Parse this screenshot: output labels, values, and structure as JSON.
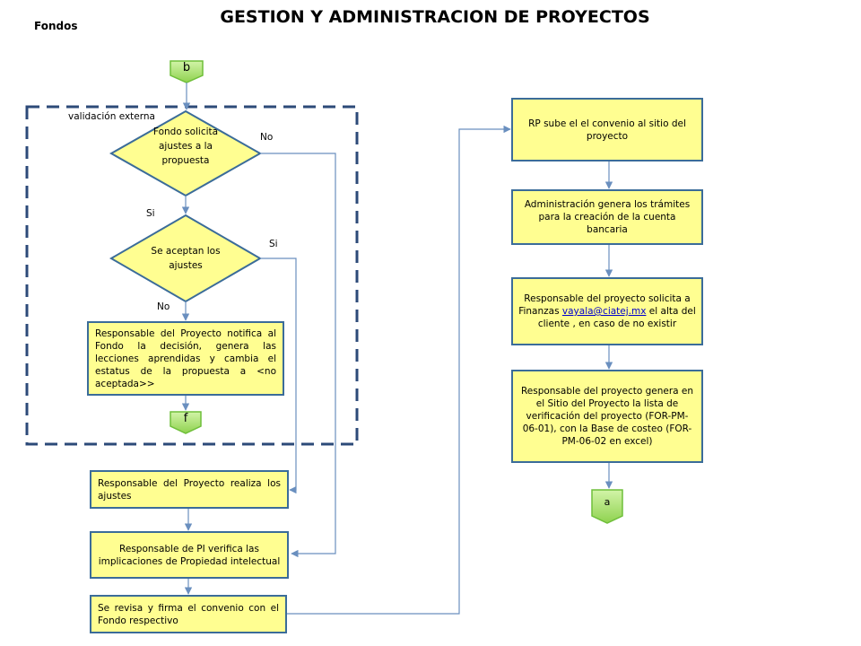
{
  "title": "GESTION Y ADMINISTRACION DE PROYECTOS",
  "section_label": "Fondos",
  "region_label": "validación externa",
  "connectors": {
    "b": "b",
    "f": "f",
    "a": "a"
  },
  "decisions": {
    "fondo_solicita": "Fondo solicita ajustes a la propuesta",
    "se_aceptan": "Se aceptan los ajustes"
  },
  "edge_labels": {
    "no_1": "No",
    "si_1": "Si",
    "si_2": "Si",
    "no_2": "No"
  },
  "process_boxes": {
    "notifica": "Responsable del Proyecto notifica al Fondo la decisión, genera las lecciones aprendidas y cambia el estatus de la propuesta a <no aceptada>>",
    "realiza_ajustes": "Responsable del Proyecto realiza los ajustes",
    "verifica_pi": "Responsable de PI  verifica las implicaciones de Propiedad intelectual",
    "firma_convenio": "Se revisa y firma el convenio con el Fondo respectivo",
    "sube_convenio": "RP sube el el convenio al sitio del proyecto",
    "tramites": "Administración genera los trámites para la  creación de la cuenta bancaria",
    "solicita_finanzas_pre": "Responsable del proyecto solicita a Finanzas ",
    "solicita_finanzas_email": "vayala@ciatej.mx",
    "solicita_finanzas_post": "  el alta del cliente , en caso de no existir",
    "genera_lista": "Responsable del proyecto genera en el Sitio del Proyecto  la lista de verificación del proyecto (FOR-PM-06-01),    con la Base de costeo (FOR-PM-06-02 en excel)"
  },
  "colors": {
    "box_fill": "#fffe91",
    "box_border": "#3b6c99",
    "arrow": "#6a8fbf",
    "dashed_region": "#2c4a78",
    "connector_fill": "#a8e066"
  }
}
